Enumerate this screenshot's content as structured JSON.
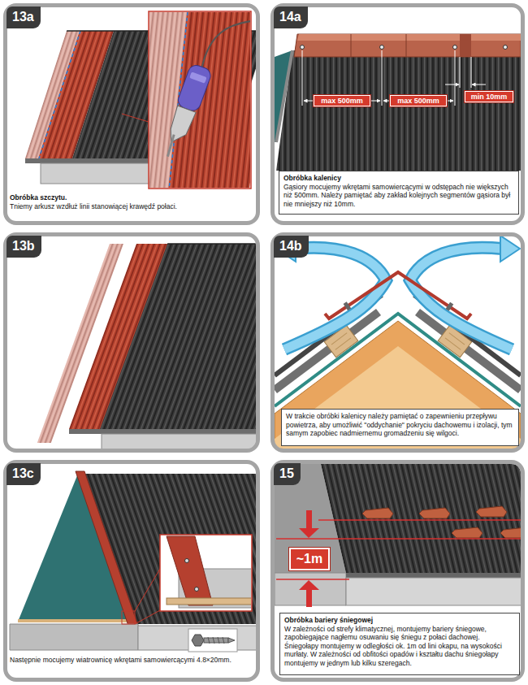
{
  "diagram": {
    "nodes": [
      {
        "text": [
          "13a",
          "Obróbka szczytu.",
          "Tniemy arkusz wzdłuż linii stanowiącej krawędź połaci."
        ]
      },
      {
        "text": [
          "14a"
        ]
      },
      {
        "text": [
          "max 500mm"
        ],
        "in": 1
      },
      {
        "text": [
          "max 500mm"
        ],
        "in": 1
      },
      {
        "text": [
          "min 10mm"
        ],
        "in": 1
      },
      {
        "text": [
          "Obróbka kalenicy",
          "Gąsiory mocujemy wkrętami samowiercącymi w odstępach nie większych niż 500mm. Należy pamiętać aby zakład kolejnych segmentów gąsiora był nie mniejszy niż 10mm."
        ],
        "in": 1
      },
      {
        "text": [
          "13b"
        ]
      },
      {
        "text": [
          "14b"
        ]
      },
      {
        "text": [
          "W trakcie obróbki kalenicy należy pamiętać o zapewnieniu przepływu powietrza, aby umożliwić \"oddychanie\" pokryciu dachowemu i izolacji, tym samym zapobiec nadmiernemu gromadzeniu się wilgoci."
        ],
        "in": 7
      },
      {
        "text": [
          "13c",
          "Następnie mocujemy wiatrownicę wkrętami samowiercącymi 4.8×20mm."
        ]
      },
      {
        "text": [
          "15"
        ]
      },
      {
        "text": [
          "~1m"
        ],
        "in": 10
      },
      {
        "text": [
          "Obróbka bariery śniegowej",
          "W zależności od strefy klimatycznej, montujemy bariery śniegowe, zapobiegające nagłemu osuwaniu się śniegu z połaci dachowej. Śniegołapy montujemy w odległości ok. 1m od lini okapu, na wysokości murłaty. W zależności od obfitości opadów i kształtu dachu śniegołapy montujemy w jednym lub kilku szeregach."
        ],
        "in": 10
      }
    ]
  }
}
